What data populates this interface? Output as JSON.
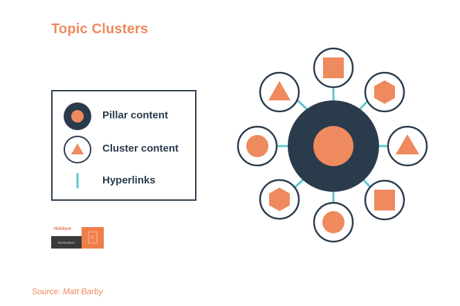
{
  "title": "Topic Clusters",
  "legend": {
    "pillar_label": "Pillar content",
    "cluster_label": "Cluster content",
    "hyperlinks_label": "Hyperlinks"
  },
  "diagram": {
    "pillar_shape": "circle",
    "cluster_shapes": [
      "square",
      "hexagon",
      "triangle",
      "square",
      "circle",
      "hexagon",
      "circle",
      "triangle"
    ]
  },
  "logo": {
    "brand": "HubSpot",
    "sub": "RESEARCH"
  },
  "source": "Source: Matt Barby",
  "colors": {
    "accent": "#ee8a5d",
    "navy": "#2a3b4c",
    "link": "#5bc6cf"
  }
}
